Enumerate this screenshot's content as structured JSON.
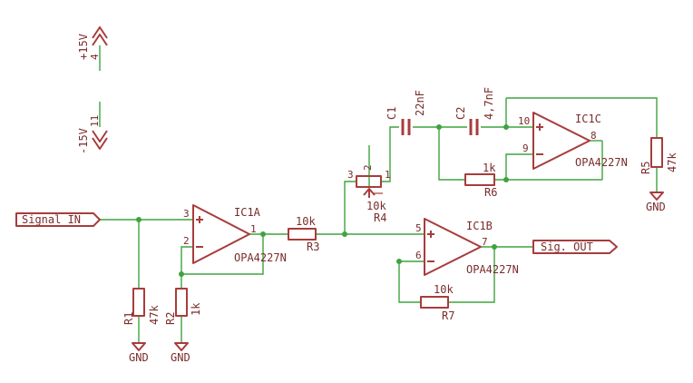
{
  "ports": {
    "signal_in": "Signal IN",
    "sig_out": "Sig. OUT"
  },
  "power": {
    "pos_label": "+15V",
    "pos_pin": "4",
    "neg_label": "-15V",
    "neg_pin": "11"
  },
  "opamps": {
    "a": {
      "name": "IC1A",
      "part": "OPA4227N",
      "pin_plus": "3",
      "pin_minus": "2",
      "pin_out": "1"
    },
    "b": {
      "name": "IC1B",
      "part": "OPA4227N",
      "pin_plus": "5",
      "pin_minus": "6",
      "pin_out": "7"
    },
    "c": {
      "name": "IC1C",
      "part": "OPA4227N",
      "pin_plus": "10",
      "pin_minus": "9",
      "pin_out": "8"
    }
  },
  "resistors": {
    "r1": {
      "name": "R1",
      "value": "47k"
    },
    "r2": {
      "name": "R2",
      "value": "1k"
    },
    "r3": {
      "name": "R3",
      "value": "10k"
    },
    "r4": {
      "name": "R4",
      "value": "10k",
      "pin1": "1",
      "pin2": "2",
      "pin3": "3"
    },
    "r5": {
      "name": "R5",
      "value": "47k"
    },
    "r6": {
      "name": "R6",
      "value": "1k"
    },
    "r7": {
      "name": "R7",
      "value": "10k"
    }
  },
  "capacitors": {
    "c1": {
      "name": "C1",
      "value": "22nF"
    },
    "c2": {
      "name": "C2",
      "value": "4,7nF"
    }
  },
  "ground": {
    "label": "GND"
  }
}
